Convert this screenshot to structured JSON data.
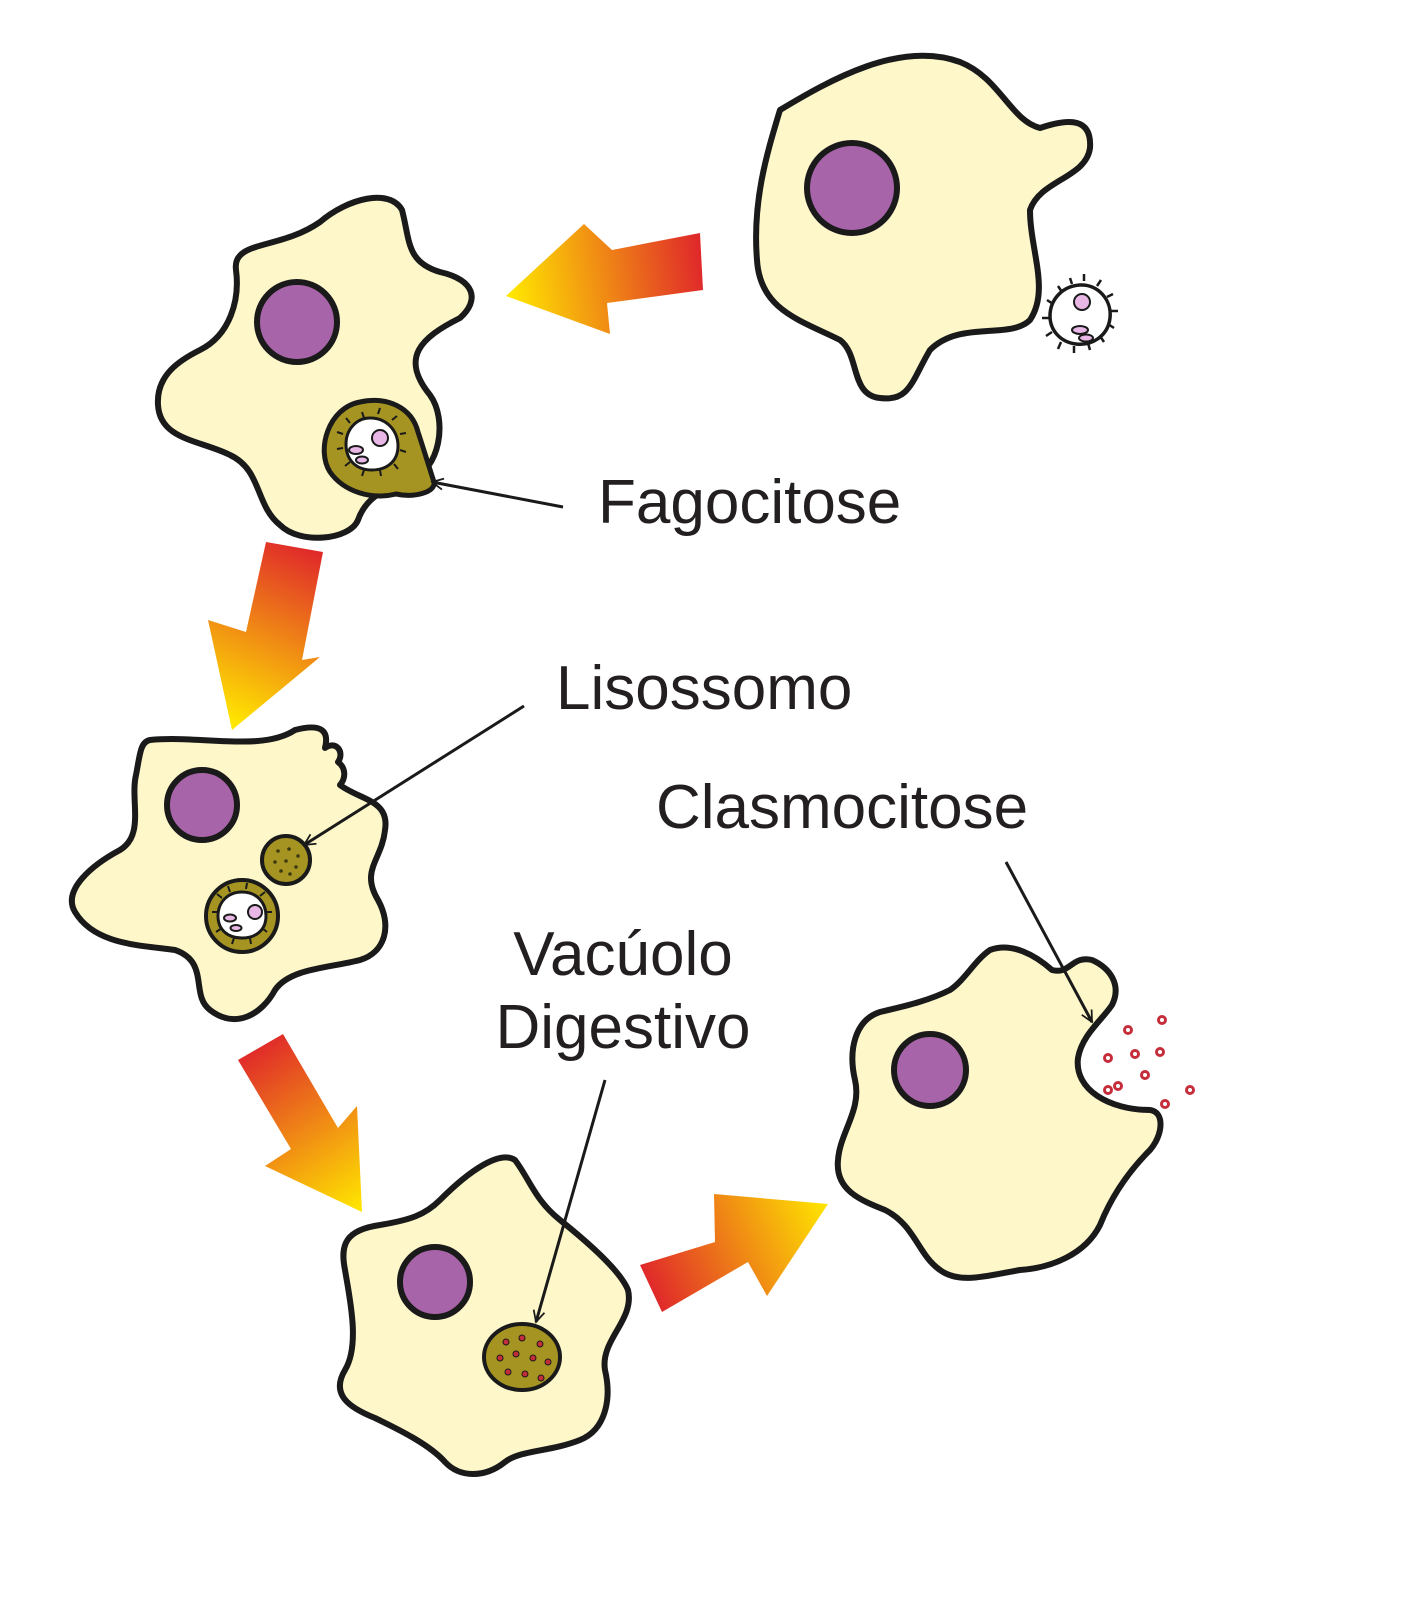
{
  "labels": {
    "fagocitose": "Fagocitose",
    "lisossomo": "Lisossomo",
    "clasmocitose": "Clasmocitose",
    "vacuolo_line1": "Vacúolo",
    "vacuolo_line2": "Digestivo"
  },
  "colors": {
    "cytoplasm": "#fdf7c9",
    "nucleus": "#a864a8",
    "vacuole": "#a69422",
    "outline": "#1a1a1a",
    "particle": "#c62d3a",
    "arrow_start": "#e02a2a",
    "arrow_end": "#ffe600"
  }
}
